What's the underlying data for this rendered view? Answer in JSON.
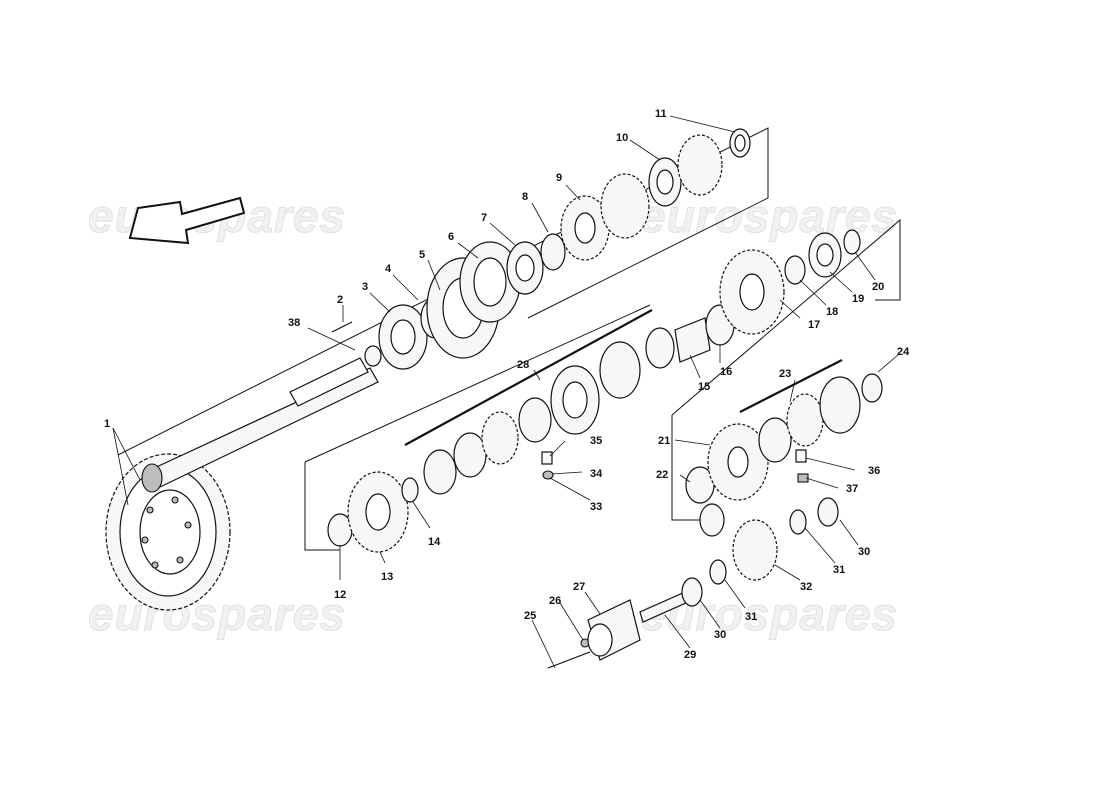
{
  "watermark": "eurospares",
  "arrow_icon": "direction-arrow-icon",
  "callouts": [
    {
      "id": "1",
      "text": "1"
    },
    {
      "id": "2",
      "text": "2"
    },
    {
      "id": "3",
      "text": "3"
    },
    {
      "id": "4",
      "text": "4"
    },
    {
      "id": "5",
      "text": "5"
    },
    {
      "id": "6",
      "text": "6"
    },
    {
      "id": "7",
      "text": "7"
    },
    {
      "id": "8",
      "text": "8"
    },
    {
      "id": "9",
      "text": "9"
    },
    {
      "id": "10",
      "text": "10"
    },
    {
      "id": "11",
      "text": "11"
    },
    {
      "id": "12",
      "text": "12"
    },
    {
      "id": "13",
      "text": "13"
    },
    {
      "id": "14",
      "text": "14"
    },
    {
      "id": "15",
      "text": "15"
    },
    {
      "id": "16",
      "text": "16"
    },
    {
      "id": "17",
      "text": "17"
    },
    {
      "id": "18",
      "text": "18"
    },
    {
      "id": "19",
      "text": "19"
    },
    {
      "id": "20",
      "text": "20"
    },
    {
      "id": "21",
      "text": "21"
    },
    {
      "id": "22",
      "text": "22"
    },
    {
      "id": "23",
      "text": "23"
    },
    {
      "id": "24",
      "text": "24"
    },
    {
      "id": "25",
      "text": "25"
    },
    {
      "id": "26",
      "text": "26"
    },
    {
      "id": "27",
      "text": "27"
    },
    {
      "id": "28",
      "text": "28"
    },
    {
      "id": "29",
      "text": "29"
    },
    {
      "id": "30a",
      "text": "30"
    },
    {
      "id": "30b",
      "text": "30"
    },
    {
      "id": "31a",
      "text": "31"
    },
    {
      "id": "31b",
      "text": "31"
    },
    {
      "id": "32",
      "text": "32"
    },
    {
      "id": "33",
      "text": "33"
    },
    {
      "id": "34",
      "text": "34"
    },
    {
      "id": "35",
      "text": "35"
    },
    {
      "id": "36",
      "text": "36"
    },
    {
      "id": "37",
      "text": "37"
    },
    {
      "id": "38",
      "text": "38"
    }
  ]
}
